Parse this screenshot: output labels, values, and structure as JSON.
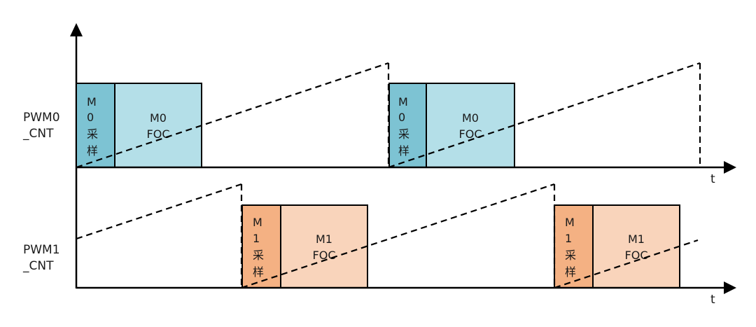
{
  "colors": {
    "sample0": "#7dc3d3",
    "foc0": "#b4dfe8",
    "sample1": "#f4b183",
    "foc1": "#f9d4bb",
    "axis": "#000000",
    "saw": "#000000"
  },
  "rows": [
    {
      "label_line1": "PWM0",
      "label_line2": "_CNT",
      "axis_label": "t",
      "blocks": [
        {
          "sample_lines": [
            "M",
            "0",
            "采",
            "样"
          ],
          "foc_lines": [
            "M0",
            "FOC"
          ]
        },
        {
          "sample_lines": [
            "M",
            "0",
            "采",
            "样"
          ],
          "foc_lines": [
            "M0",
            "FOC"
          ]
        }
      ]
    },
    {
      "label_line1": "PWM1",
      "label_line2": "_CNT",
      "axis_label": "t",
      "blocks": [
        {
          "sample_lines": [
            "M",
            "1",
            "采",
            "样"
          ],
          "foc_lines": [
            "M1",
            "FOC"
          ]
        },
        {
          "sample_lines": [
            "M",
            "1",
            "采",
            "样"
          ],
          "foc_lines": [
            "M1",
            "FOC"
          ]
        }
      ]
    }
  ]
}
